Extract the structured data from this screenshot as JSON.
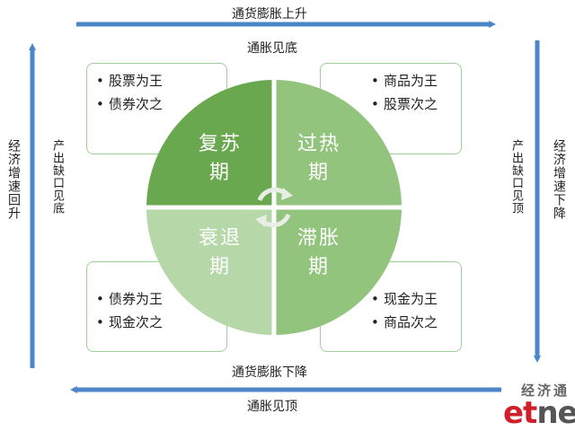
{
  "arrows": {
    "top": "通货膨胀上升",
    "bottom": "通货膨胀下降",
    "left": "经济增速回升",
    "right": "经济增速下降"
  },
  "labels": {
    "top_inner": "通胀见底",
    "bottom_inner": "通胀见顶",
    "left_inner": "产出缺口见底",
    "right_inner": "产出缺口见顶"
  },
  "quadrants": {
    "recovery": "复苏期",
    "overheat": "过热期",
    "recession": "衰退期",
    "stagflation": "滞胀期"
  },
  "boxes": {
    "top_left": [
      "股票为王",
      "债券次之"
    ],
    "top_right": [
      "商品为王",
      "股票次之"
    ],
    "bottom_left": [
      "债券为王",
      "现金次之"
    ],
    "bottom_right": [
      "现金为王",
      "商品次之"
    ]
  },
  "logo": {
    "cn": "经济通",
    "en_a": "et",
    "en_b": "net"
  },
  "colors": {
    "arrow": "#4a86c8",
    "recovery": "#6aa84f",
    "overheat": "#93c47d",
    "recession": "#b6d7a8",
    "stagflation": "#93c47d",
    "box_border": "#9fd09a"
  }
}
